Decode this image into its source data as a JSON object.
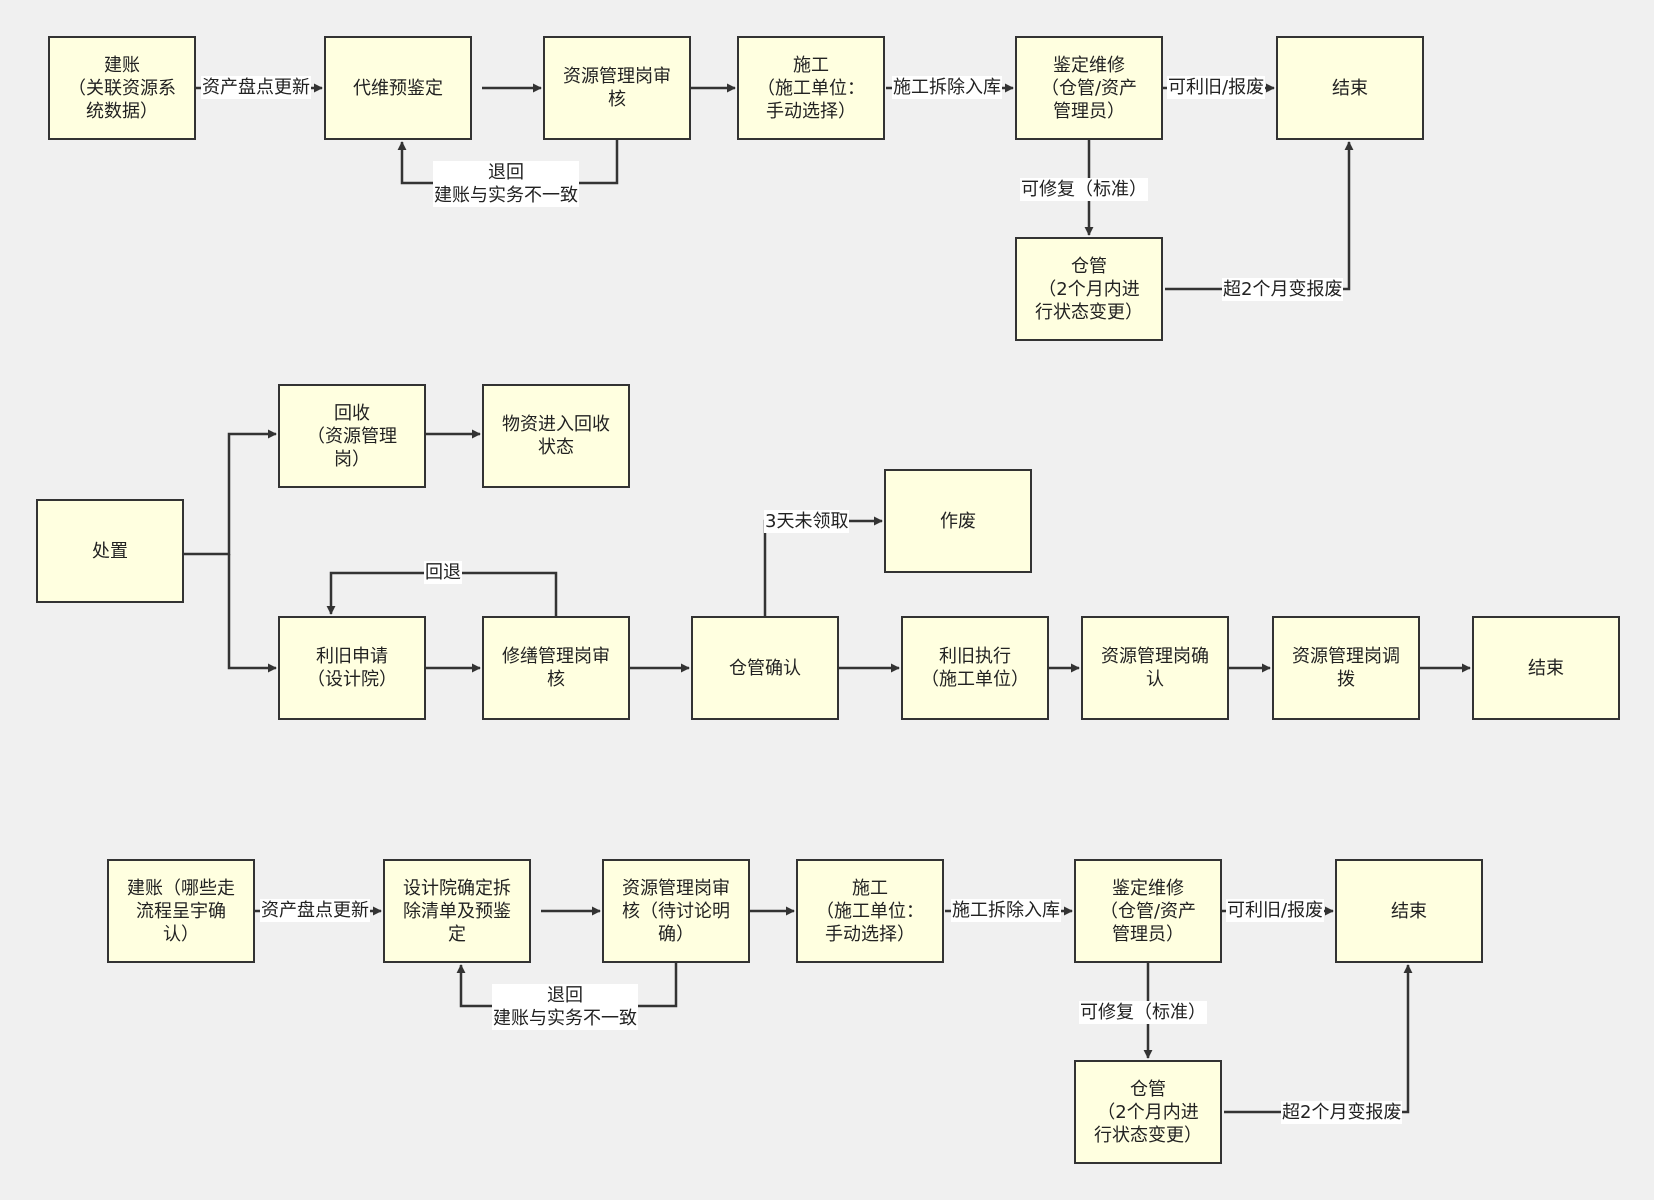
{
  "colors": {
    "background": "#f0f0f0",
    "node_fill": "#ffffe0",
    "stroke": "#333333",
    "text": "#222222"
  },
  "nodes": {
    "n1": "建账\n（关联资源系\n统数据）",
    "n2": "代维预鉴定",
    "n3": "资源管理岗审\n核",
    "n4": "施工\n（施工单位：\n手动选择）",
    "n5": "鉴定维修\n（仓管/资产\n管理员）",
    "n6": "结束",
    "n7": "仓管\n（2个月内进\n行状态变更）",
    "m1": "处置",
    "m2": "回收\n（资源管理\n岗）",
    "m3": "物资进入回收\n状态",
    "m4": "作废",
    "m5": "利旧申请\n（设计院）",
    "m6": "修缮管理岗审\n核",
    "m7": "仓管确认",
    "m8": "利旧执行\n（施工单位）",
    "m9": "资源管理岗确\n认",
    "m10": "资源管理岗调\n拨",
    "m11": "结束",
    "b1": "建账（哪些走\n流程呈宇确\n认）",
    "b2": "设计院确定拆\n除清单及预鉴\n定",
    "b3": "资源管理岗审\n核（待讨论明\n确）",
    "b4": "施工\n（施工单位：\n手动选择）",
    "b5": "鉴定维修\n（仓管/资产\n管理员）",
    "b6": "结束",
    "b7": "仓管\n（2个月内进\n行状态变更）"
  },
  "labels": {
    "t1": "资产盘点更新",
    "t2": "退回\n建账与实务不一致",
    "t3": "施工拆除入库",
    "t4": "可利旧/报废",
    "t5": "可修复（标准）",
    "t6": "超2个月变报废",
    "u1": "3天未领取",
    "u2": "回退",
    "s1": "资产盘点更新",
    "s2": "退回\n建账与实务不一致",
    "s3": "施工拆除入库",
    "s4": "可利旧/报废",
    "s5": "可修复（标准）",
    "s6": "超2个月变报废"
  }
}
